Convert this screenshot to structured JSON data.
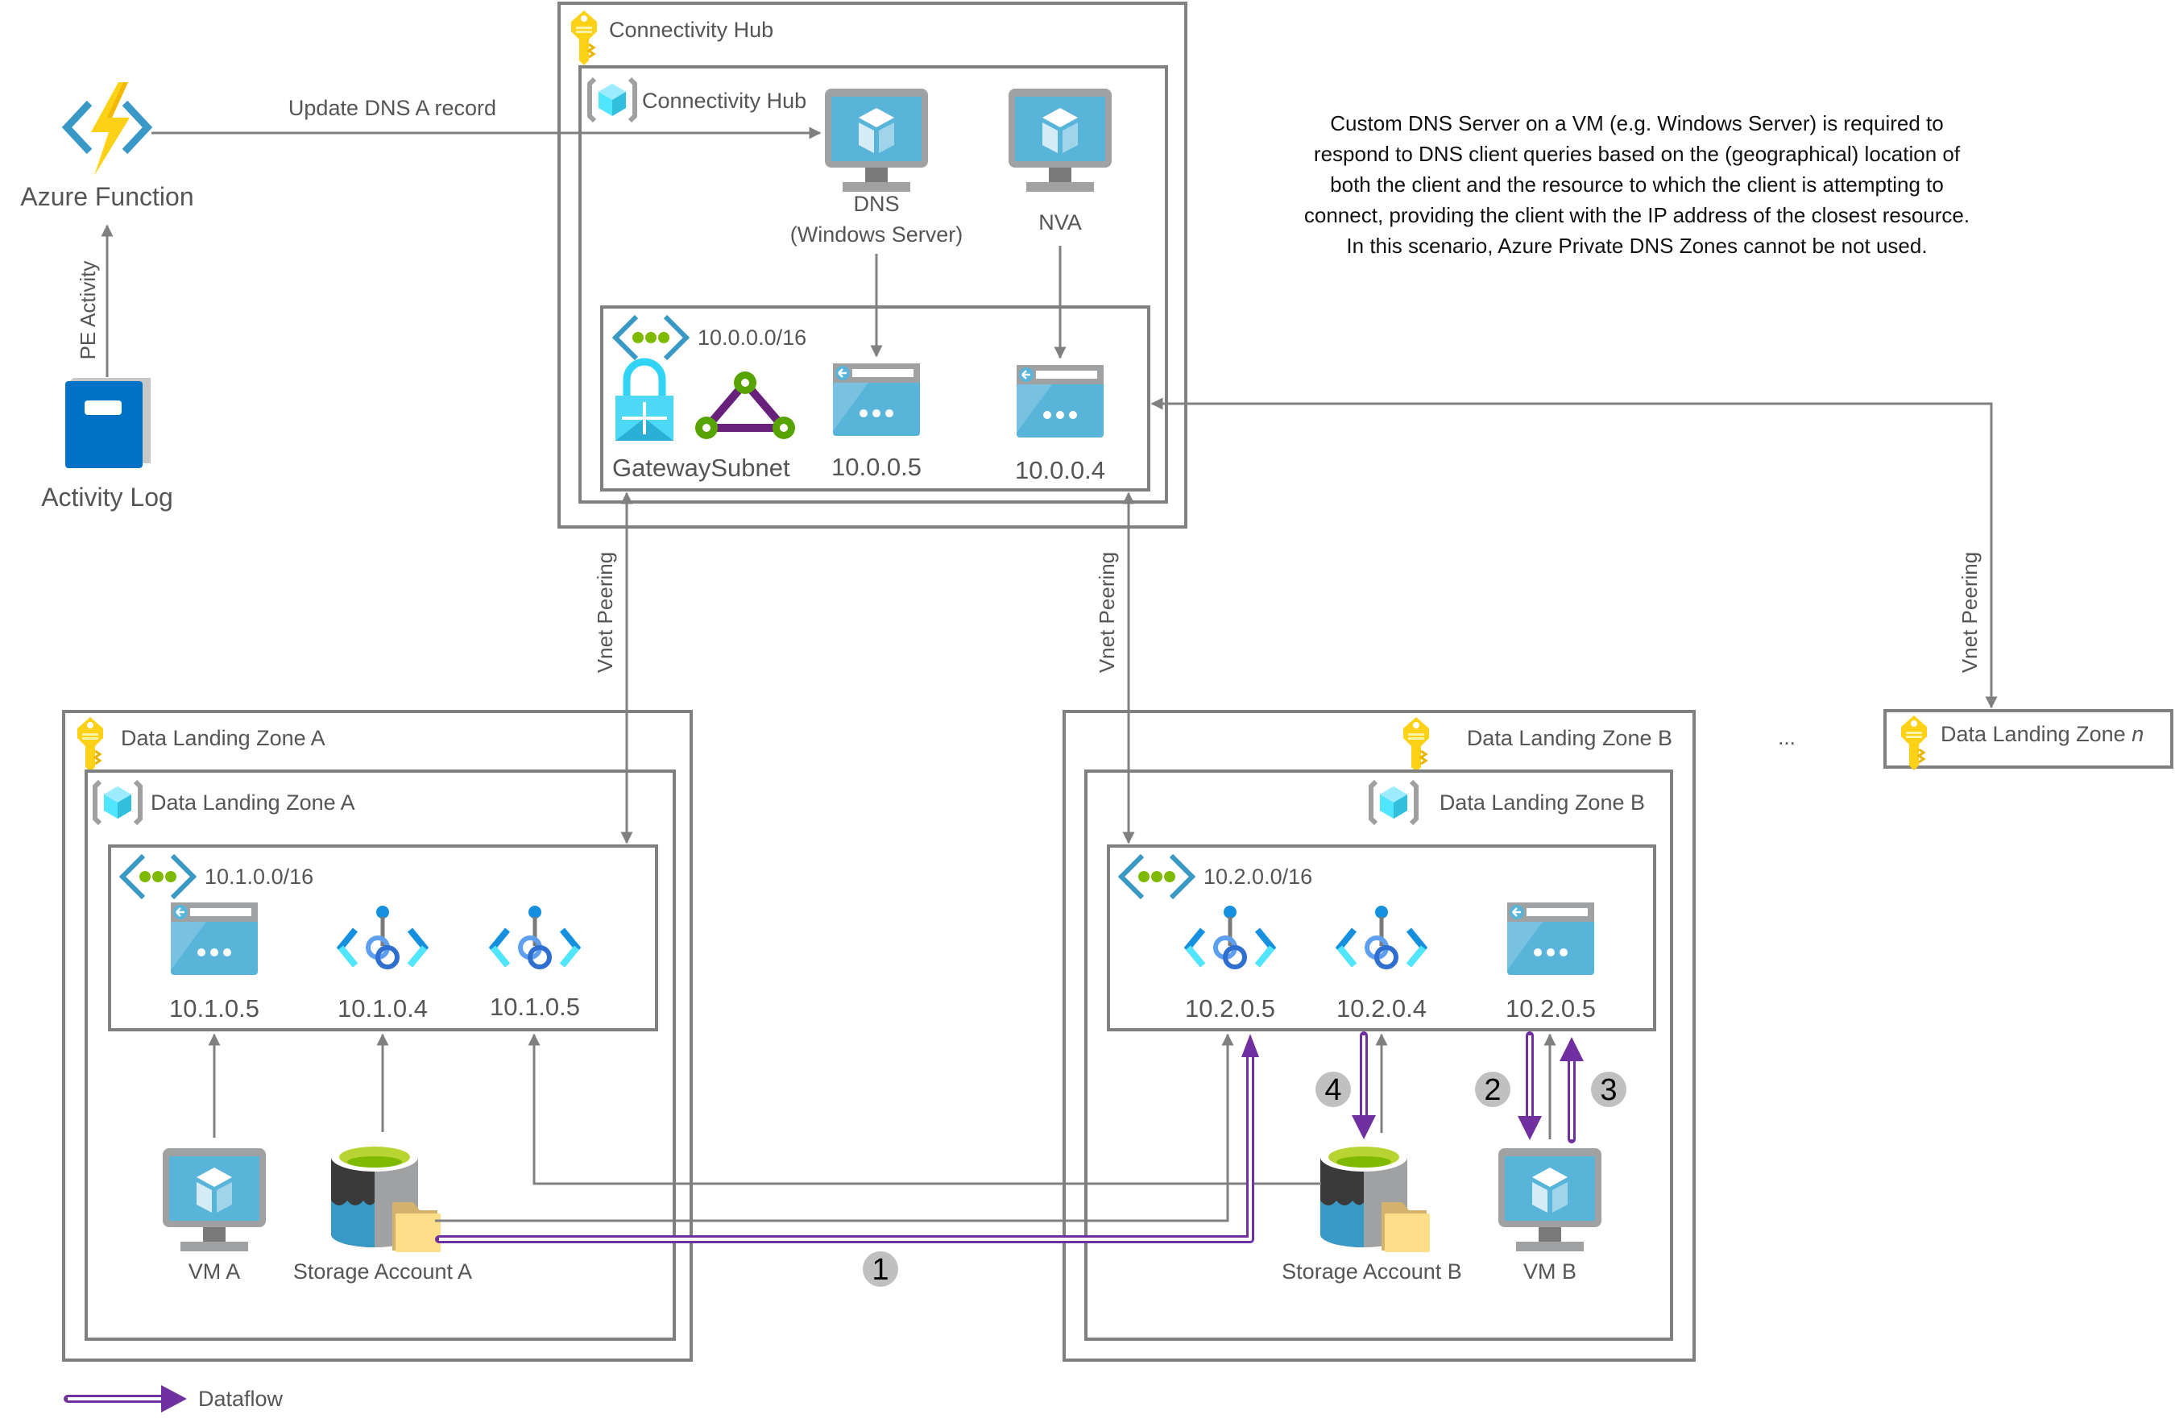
{
  "note": {
    "lines": [
      "Custom DNS Server on a VM (e.g. Windows Server) is required to",
      "respond to DNS client queries based on the (geographical) location of",
      "both the client and the resource to which the client is attempting to",
      "connect, providing the client with the IP address of the closest resource.",
      "In this scenario, Azure Private DNS Zones cannot be  not used."
    ]
  },
  "left": {
    "azure_function": "Azure Function",
    "activity_log": "Activity Log",
    "pe_activity": "PE Activity",
    "update_dns": "Update DNS A record"
  },
  "hub": {
    "subscription": "Connectivity Hub",
    "resource_group": "Connectivity Hub",
    "dns_label_1": "DNS",
    "dns_label_2": "(Windows Server)",
    "nva_label": "NVA",
    "vnet_cidr": "10.0.0.0/16",
    "gateway_subnet": "GatewaySubnet",
    "nic_dns_ip": "10.0.0.5",
    "nic_nva_ip": "10.0.0.4"
  },
  "peering": {
    "label": "Vnet Peering"
  },
  "zone_a": {
    "subscription": "Data Landing Zone A",
    "resource_group": "Data Landing Zone A",
    "vnet_cidr": "10.1.0.0/16",
    "ips": [
      "10.1.0.5",
      "10.1.0.4",
      "10.1.0.5"
    ],
    "vm": "VM A",
    "storage": "Storage Account A"
  },
  "zone_b": {
    "subscription": "Data Landing Zone B",
    "resource_group": "Data Landing Zone B",
    "vnet_cidr": "10.2.0.0/16",
    "ips": [
      "10.2.0.5",
      "10.2.0.4",
      "10.2.0.5"
    ],
    "vm": "VM B",
    "storage": "Storage Account B"
  },
  "zone_n": {
    "label_prefix": "Data Landing Zone ",
    "label_italic": "n",
    "ellipsis": "..."
  },
  "steps": [
    "1",
    "2",
    "3",
    "4"
  ],
  "legend": {
    "dataflow": "Dataflow"
  },
  "colors": {
    "line": "#808080",
    "dataflow": "#7030a0",
    "badge": "#c0c0c0",
    "azure_blue": "#59b4d9",
    "key_yellow": "#fcd116",
    "vnet_green": "#7fba00"
  }
}
